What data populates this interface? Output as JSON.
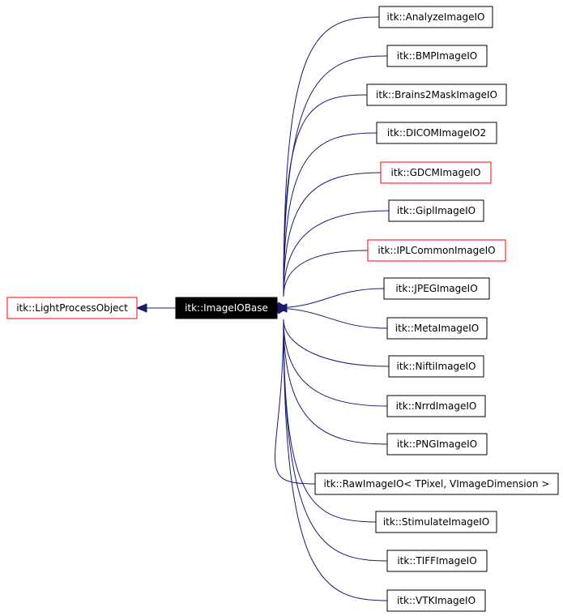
{
  "colors": {
    "edge": "#191970",
    "plain_border": "#000000",
    "linked_border": "#ff0000",
    "current_fill": "#000000",
    "current_text": "#ffffff",
    "node_fill": "#ffffff",
    "node_text": "#000000"
  },
  "parent": {
    "label": "itk::LightProcessObject",
    "border": "linked"
  },
  "current": {
    "label": "itk::ImageIOBase"
  },
  "children": [
    {
      "label": "itk::AnalyzeImageIO",
      "border": "plain"
    },
    {
      "label": "itk::BMPImageIO",
      "border": "plain"
    },
    {
      "label": "itk::Brains2MaskImageIO",
      "border": "plain"
    },
    {
      "label": "itk::DICOMImageIO2",
      "border": "plain"
    },
    {
      "label": "itk::GDCMImageIO",
      "border": "linked"
    },
    {
      "label": "itk::GiplImageIO",
      "border": "plain"
    },
    {
      "label": "itk::IPLCommonImageIO",
      "border": "linked"
    },
    {
      "label": "itk::JPEGImageIO",
      "border": "plain"
    },
    {
      "label": "itk::MetaImageIO",
      "border": "plain"
    },
    {
      "label": "itk::NiftiImageIO",
      "border": "plain"
    },
    {
      "label": "itk::NrrdImageIO",
      "border": "plain"
    },
    {
      "label": "itk::PNGImageIO",
      "border": "plain"
    },
    {
      "label": "itk::RawImageIO< TPixel, VImageDimension >",
      "border": "plain"
    },
    {
      "label": "itk::StimulateImageIO",
      "border": "plain"
    },
    {
      "label": "itk::TIFFImageIO",
      "border": "plain"
    },
    {
      "label": "itk::VTKImageIO",
      "border": "plain"
    }
  ]
}
